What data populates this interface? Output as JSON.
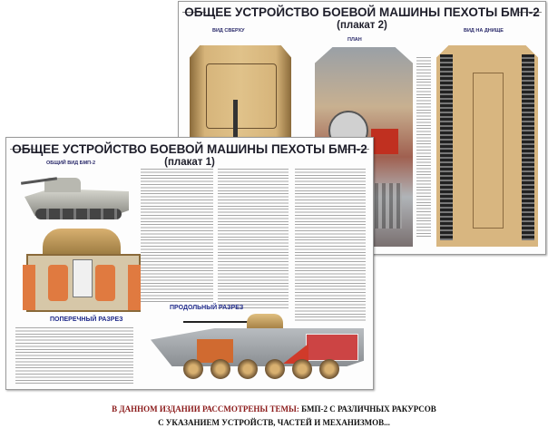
{
  "poster2": {
    "title": "ОБЩЕЕ УСТРОЙСТВО БОЕВОЙ МАШИНЫ ПЕХОТЫ БМП-2",
    "subtitle": "(плакат 2)",
    "views": {
      "top": "ВИД СВЕРХУ",
      "plan": "ПЛАН",
      "bottom": "ВИД НА ДНИЩЕ"
    }
  },
  "poster1": {
    "title": "ОБЩЕЕ УСТРОЙСТВО БОЕВОЙ МАШИНЫ ПЕХОТЫ БМП-2",
    "subtitle": "(плакат 1)",
    "general_view": "ОБЩИЙ ВИД БМП-2",
    "cross_section": "ПОПЕРЕЧНЫЙ РАЗРЕЗ",
    "long_section": "ПРОДОЛЬНЫЙ РАЗРЕЗ"
  },
  "caption": {
    "lead": "В ДАННОМ ИЗДАНИИ РАССМОТРЕНЫ ТЕМЫ:",
    "line1_rest": "БМП-2 С РАЗЛИЧНЫХ РАКУРСОВ",
    "line2": "С УКАЗАНИЕМ УСТРОЙСТВ, ЧАСТЕЙ И МЕХАНИЗМОВ..."
  },
  "colors": {
    "caption_lead": "#8b1a1a",
    "section_label": "#1f2a8a",
    "hull_tan": "#c9a56a"
  }
}
